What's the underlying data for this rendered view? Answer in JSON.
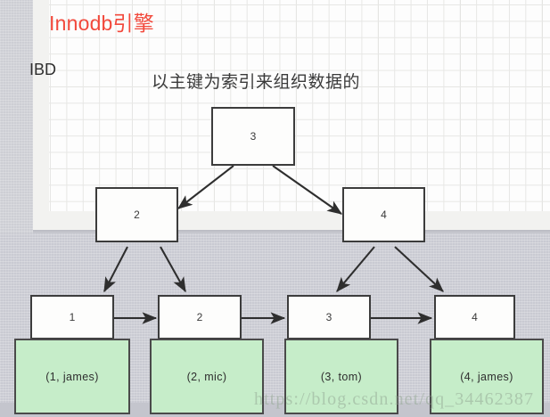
{
  "diagram": {
    "title": "Innodb引擎",
    "title_color": "#f2493c",
    "side_label": "IBD",
    "subtitle": "以主键为索引来组织数据的",
    "watermark": "https://blog.csdn.net/qq_34462387",
    "tree": {
      "root": {
        "label": "3"
      },
      "internal": [
        {
          "label": "2"
        },
        {
          "label": "4"
        }
      ],
      "leaves": [
        {
          "key": "1",
          "record": "(1, james)"
        },
        {
          "key": "2",
          "record": "(2, mic)"
        },
        {
          "key": "3",
          "record": "(3, tom)"
        },
        {
          "key": "4",
          "record": "(4, james)"
        }
      ]
    },
    "colors": {
      "node_fill": "#fdfdfc",
      "node_border": "#3c3c3c",
      "data_fill": "#c6edc9",
      "data_border": "#4a4a4a",
      "canvas_upper": "#fdfdfd",
      "canvas_lower": "#c9cad2"
    }
  }
}
